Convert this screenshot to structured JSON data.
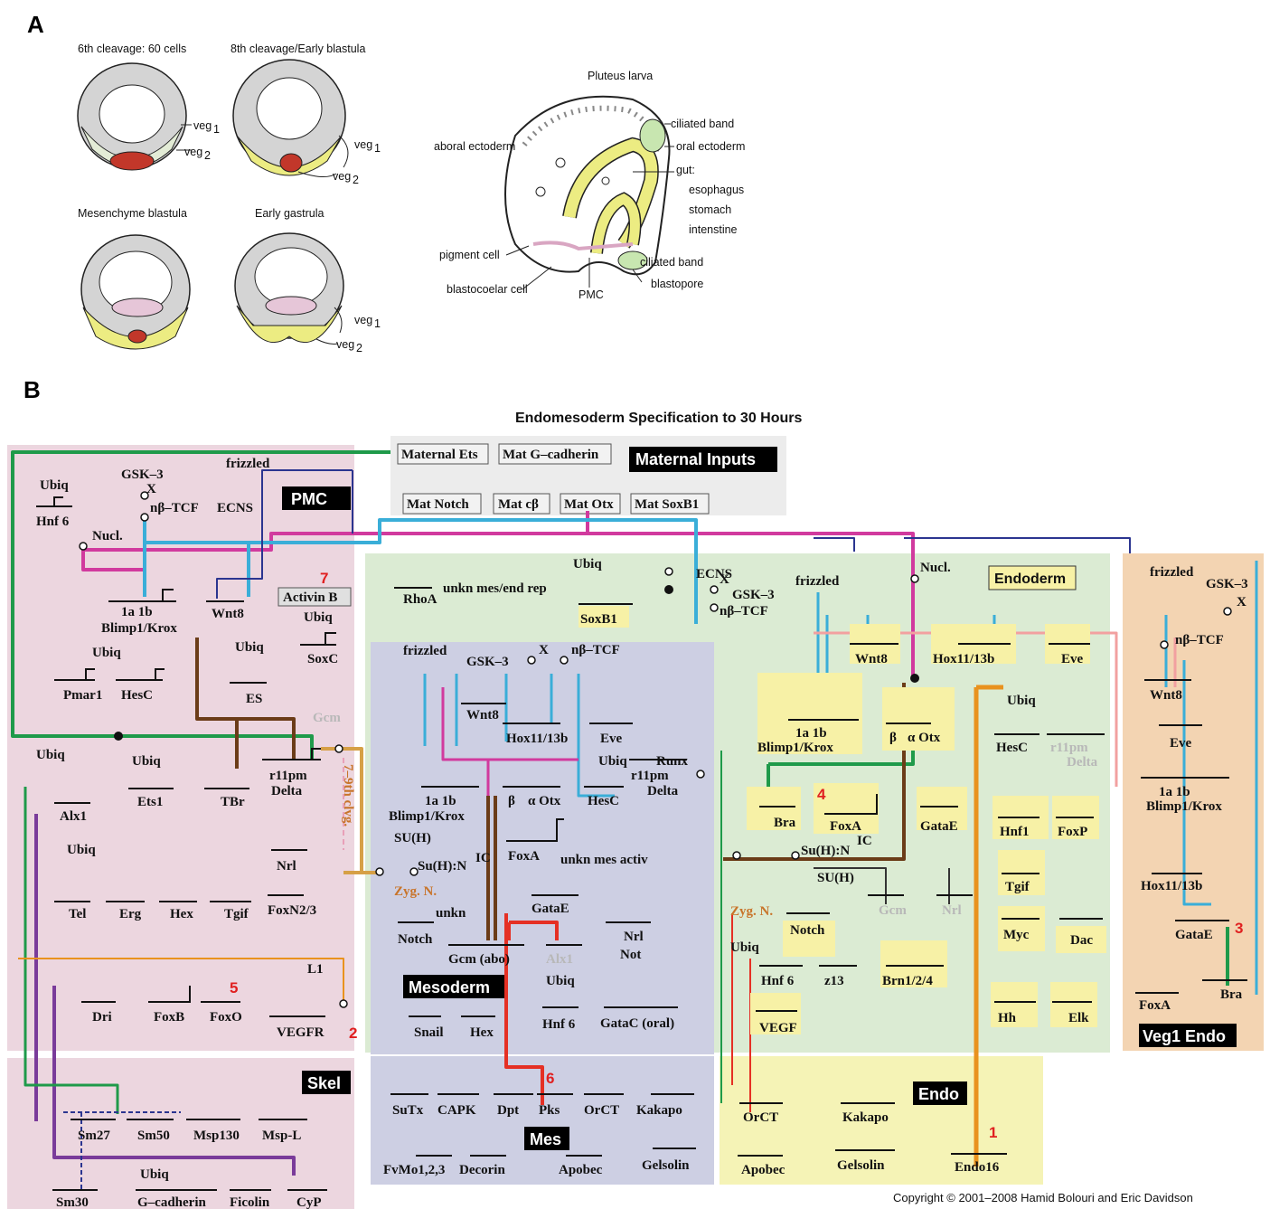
{
  "panel_a": {
    "letter": "A",
    "labels": {
      "sixth_cleavage": "6th cleavage: 60 cells",
      "eighth_cleavage": "8th cleavage/Early blastula",
      "mesenchyme_blastula": "Mesenchyme blastula",
      "early_gastrula": "Early gastrula",
      "pluteus_larva": "Pluteus larva",
      "veg1": "veg",
      "veg2": "veg",
      "sub1": "1",
      "sub2": "2",
      "aboral_ectoderm": "aboral ectoderm",
      "ciliated_band_top": "ciliated band",
      "oral_ectoderm": "oral ectoderm",
      "gut": "gut:",
      "esophagus": "esophagus",
      "stomach": "stomach",
      "intestine": "intenstine",
      "pigment_cell": "pigment cell",
      "ciliated_band_bottom": "ciliated band",
      "blastocoelar_cell": "blastocoelar cell",
      "pmc": "PMC",
      "blastopore": "blastopore"
    }
  },
  "panel_b": {
    "letter": "B",
    "title": "Endomesoderm Specification to 30 Hours",
    "copyright": "Copyright © 2001–2008 Hamid Bolouri and Eric Davidson",
    "domains": {
      "maternal_inputs": "Maternal Inputs",
      "pmc": "PMC",
      "endoderm": "Endoderm",
      "mesoderm": "Mesoderm",
      "veg1_endo": "Veg1 Endo",
      "skel": "Skel",
      "mes": "Mes",
      "endo": "Endo"
    },
    "maternal_boxes": [
      "Maternal Ets",
      "Mat G–cadherin",
      "Mat Notch",
      "Mat cβ",
      "Mat Otx",
      "Mat SoxB1",
      "Activin B"
    ],
    "pmc_labels": {
      "ubiq": "Ubiq",
      "hnf6": "Hnf 6",
      "gsk3": "GSK–3",
      "x": "X",
      "frizzled": "frizzled",
      "nbtcf": "nβ–TCF",
      "ecns": "ECNS",
      "nucl": "Nucl.",
      "blimp_sub": "1a  1b",
      "blimp": "Blimp1/Krox",
      "wnt8": "Wnt8",
      "soxc": "SoxC",
      "pmar1": "Pmar1",
      "hesc": "HesC",
      "es": "ES",
      "gcm": "Gcm",
      "r11pm": "r11pm",
      "delta": "Delta",
      "alx1": "Alx1",
      "ets1": "Ets1",
      "tbr": "TBr",
      "nrl": "Nrl",
      "foxn23": "FoxN2/3",
      "tel": "Tel",
      "erg": "Erg",
      "hex": "Hex",
      "tgif": "Tgif",
      "dri": "Dri",
      "foxb": "FoxB",
      "foxo": "FoxO",
      "vegfr": "VEGFR",
      "l1": "L1",
      "clvg": "7–9th clvg.",
      "n7": "7",
      "n5": "5",
      "n2": "2"
    },
    "skel_genes": [
      "Sm27",
      "Sm50",
      "Msp130",
      "Msp-L",
      "Sm30",
      "G–cadherin",
      "Ficolin",
      "CyP"
    ],
    "meso_labels": {
      "frizzled": "frizzled",
      "gsk3": "GSK–3",
      "x": "X",
      "nbtcf": "nβ–TCF",
      "wnt8": "Wnt8",
      "hox": "Hox11/13b",
      "eve": "Eve",
      "blimp_sub": "1a  1b",
      "blimp": "Blimp1/Krox",
      "beta": "β",
      "alpha_otx": "α Otx",
      "hesc": "HesC",
      "ubiq": "Ubiq",
      "runx": "Runx",
      "r11pm": "r11pm",
      "delta": "Delta",
      "foxa": "FoxA",
      "suh": "SU(H)",
      "suh_nic": "Su(H):N",
      "ic": "IC",
      "zygn": "Zyg. N.",
      "notch": "Notch",
      "unkn_mes_activ": "unkn mes activ",
      "gatae": "GataE",
      "unkn": "unkn",
      "nrl": "Nrl",
      "not": "Not",
      "gcm_abo": "Gcm (abo)",
      "alx1": "Alx1",
      "snail": "Snail",
      "hex": "Hex",
      "hnf6": "Hnf 6",
      "gatac": "GataC (oral)",
      "rhoa": "RhoA",
      "unkn_rep": "unkn mes/end rep",
      "soxb1": "SoxB1"
    },
    "mes_genes": [
      "SuTx",
      "CAPK",
      "Dpt",
      "Pks",
      "OrCT",
      "Kakapo",
      "FvMo1,2,3",
      "Decorin",
      "Apobec",
      "Gelsolin"
    ],
    "mes_number": "6",
    "endo_labels": {
      "ecns": "ECNS",
      "gsk3": "GSK–3",
      "x": "X",
      "frizzled": "frizzled",
      "nbtcf": "nβ–TCF",
      "nucl": "Nucl.",
      "wnt8": "Wnt8",
      "hox": "Hox11/13b",
      "eve": "Eve",
      "blimp_sub": "1a  1b",
      "blimp": "Blimp1/Krox",
      "beta": "β",
      "alpha_otx": "α Otx",
      "ubiq": "Ubiq",
      "hesc": "HesC",
      "r11pm": "r11pm",
      "delta": "Delta",
      "bra": "Bra",
      "foxa": "FoxA",
      "gatae": "GataE",
      "hnf1": "Hnf1",
      "foxp": "FoxP",
      "suh_nic": "Su(H):N",
      "ic": "IC",
      "suh": "SU(H)",
      "tgif": "Tgif",
      "zygn": "Zyg. N.",
      "notch": "Notch",
      "gcm": "Gcm",
      "nrl": "Nrl",
      "myc": "Myc",
      "dac": "Dac",
      "hnf6": "Hnf 6",
      "z13": "z13",
      "brn": "Brn1/2/4",
      "hh": "Hh",
      "elk": "Elk",
      "vegf": "VEGF",
      "n4": "4"
    },
    "endo_genes": [
      "OrCT",
      "Kakapo",
      "Apobec",
      "Gelsolin",
      "Endo16"
    ],
    "endo_number": "1",
    "veg1_labels": {
      "frizzled": "frizzled",
      "gsk3": "GSK–3",
      "x": "X",
      "nbtcf": "nβ–TCF",
      "wnt8": "Wnt8",
      "eve": "Eve",
      "blimp_sub": "1a  1b",
      "blimp": "Blimp1/Krox",
      "hox": "Hox11/13b",
      "gatae": "GataE",
      "foxa": "FoxA",
      "bra": "Bra",
      "n3": "3"
    },
    "colors": {
      "pmc_bg": "#ecd6df",
      "maternal_bg": "#ececec",
      "endo_bg": "#dbebd3",
      "meso_bg": "#cdcfe3",
      "veg1_bg": "#f3d4b2",
      "endo_zone_bg": "#f5f3b6",
      "gene_hl": "#f7f1a6",
      "cyan": "#3aaed8",
      "magenta": "#d13a9e",
      "pink": "#f2a0a0",
      "green": "#1f9a4a",
      "brown": "#6b3c18",
      "navy": "#2b3590",
      "orange": "#e9921e",
      "red": "#e53024",
      "purple": "#7a3b9a"
    }
  }
}
